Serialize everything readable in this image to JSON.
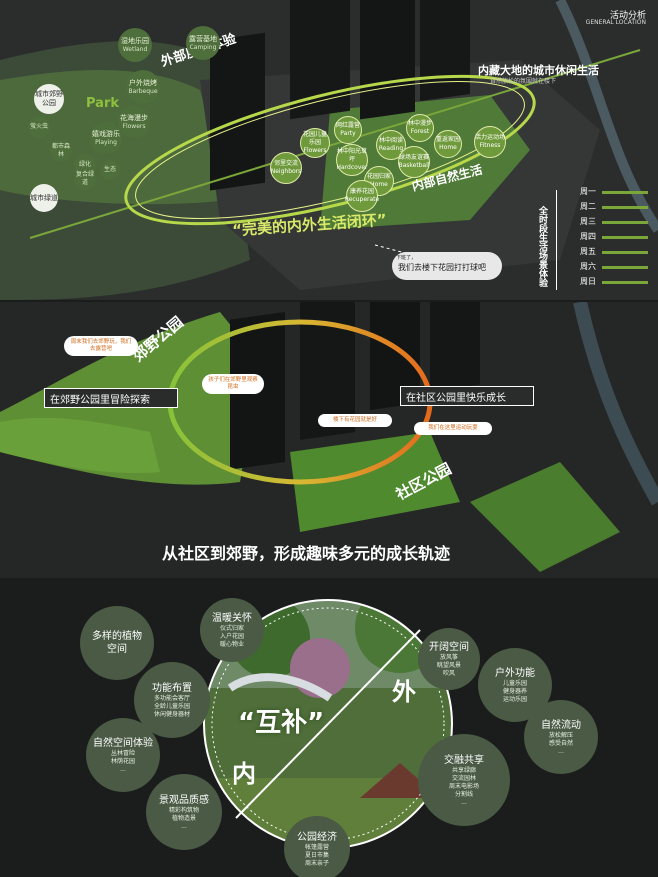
{
  "panel1": {
    "header_title": "活动分析",
    "header_subtitle": "GENERAL LOCATION",
    "outer_label": "外部度假体验",
    "inner_title": "内藏大地的城市休闲生活",
    "inner_subtitle": "自然放松的氛围就在楼下",
    "nature_life": "内部自然生活",
    "loop_title": "“完美的内外生活闭环”",
    "park_label": "Park",
    "callout_line1": "下班了，",
    "callout_line2": "我们去楼下花园打打球吧",
    "park_bubbles": [
      {
        "zh": "湿地乐园",
        "en": "Wetland"
      },
      {
        "zh": "露营基地",
        "en": "Camping"
      },
      {
        "zh": "户外烧烤",
        "en": "Barbeque"
      },
      {
        "zh": "花海漫步",
        "en": "Flowers"
      },
      {
        "zh": "嬉戏游乐",
        "en": "Playing"
      },
      {
        "zh": "城市郊野公园",
        "en": ""
      },
      {
        "zh": "萤火虫",
        "en": ""
      },
      {
        "zh": "都市森林",
        "en": ""
      },
      {
        "zh": "绿化",
        "en": ""
      },
      {
        "zh": "复合绿道",
        "en": ""
      },
      {
        "zh": "生态",
        "en": ""
      },
      {
        "zh": "城市绿道",
        "en": ""
      }
    ],
    "garden_bubbles": [
      {
        "zh": "花园儿童乐园",
        "en": "Flowers"
      },
      {
        "zh": "网红露营",
        "en": "Party"
      },
      {
        "zh": "林中阅读",
        "en": "Reading"
      },
      {
        "zh": "林中漫步",
        "en": "Forest"
      },
      {
        "zh": "活力运动场",
        "en": "Fitness"
      },
      {
        "zh": "邻里交流",
        "en": "Neighbors"
      },
      {
        "zh": "林中阳光草坪",
        "en": "Hardcover"
      },
      {
        "zh": "球场友谊赛",
        "en": "Basketball"
      },
      {
        "zh": "重返家园",
        "en": "Home"
      },
      {
        "zh": "花园归家",
        "en": "Home"
      },
      {
        "zh": "康养花园",
        "en": "Recuperate"
      }
    ],
    "week_title": "全时段生活场景体验",
    "weeks": [
      "周一",
      "周二",
      "周三",
      "周四",
      "周五",
      "周六",
      "周日"
    ]
  },
  "panel2": {
    "wild_park": "郊野公园",
    "community_park": "社区公园",
    "wild_adventure": "在郊野公园里冒险探索",
    "community_growth": "在社区公园里快乐成长",
    "bottom_title": "从社区到郊野，形成趣味多元的成长轨迹",
    "speech": [
      "周末我们去郊野玩，我们去露营吧",
      "孩子们在郊野里观察昆虫",
      "楼下有花园就是好",
      "我们在这里运动玩耍"
    ]
  },
  "panel3": {
    "center_title": "“互补”",
    "center_in": "内",
    "center_out": "外",
    "left": [
      {
        "h": "温暖关怀",
        "s": "仪式归家\n入户花园\n暖心物业"
      },
      {
        "h": "多样的植物\n空间",
        "s": ""
      },
      {
        "h": "功能布置",
        "s": "多功能会客厅\n全龄儿童乐园\n休闲健身器材"
      },
      {
        "h": "自然空间体验",
        "s": "丛林冒险\n林荫花园\n..."
      },
      {
        "h": "景观品质感",
        "s": "精彩构筑物\n植物造景\n..."
      },
      {
        "h": "公园经济",
        "s": "帐篷露营\n夏日市集\n周末亲子"
      }
    ],
    "right": [
      {
        "h": "开阔空间",
        "s": "放风筝\n眺望风景\n吹风"
      },
      {
        "h": "户外功能",
        "s": "儿童乐园\n健身器养\n运动乐园"
      },
      {
        "h": "自然流动",
        "s": "放松解压\n感受自然\n..."
      },
      {
        "h": "交融共享",
        "s": "共享绿廊\n交流园林\n周末电影场\n分割线\n..."
      }
    ]
  }
}
